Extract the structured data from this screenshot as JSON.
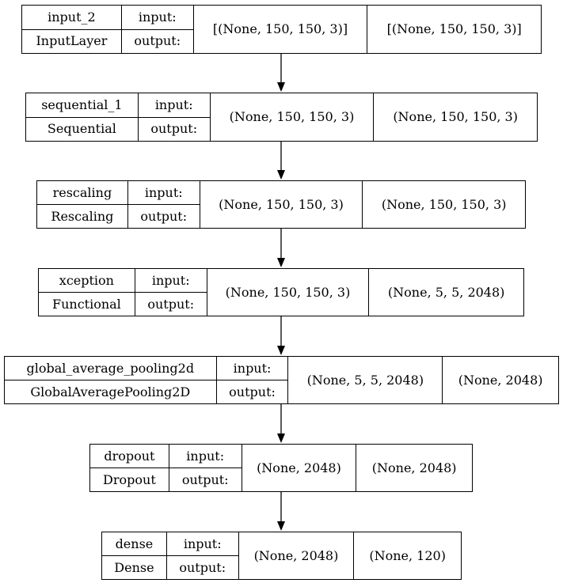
{
  "diagram": {
    "io_labels": {
      "input": "input:",
      "output": "output:"
    },
    "layers": [
      {
        "id": "input_2",
        "name": "input_2",
        "class_name": "InputLayer",
        "input_shape": "[(None, 150, 150, 3)]",
        "output_shape": "[(None, 150, 150, 3)]"
      },
      {
        "id": "sequential_1",
        "name": "sequential_1",
        "class_name": "Sequential",
        "input_shape": "(None, 150, 150, 3)",
        "output_shape": "(None, 150, 150, 3)"
      },
      {
        "id": "rescaling",
        "name": "rescaling",
        "class_name": "Rescaling",
        "input_shape": "(None, 150, 150, 3)",
        "output_shape": "(None, 150, 150, 3)"
      },
      {
        "id": "xception",
        "name": "xception",
        "class_name": "Functional",
        "input_shape": "(None, 150, 150, 3)",
        "output_shape": "(None, 5, 5, 2048)"
      },
      {
        "id": "global_average_pooling2d",
        "name": "global_average_pooling2d",
        "class_name": "GlobalAveragePooling2D",
        "input_shape": "(None, 5, 5, 2048)",
        "output_shape": "(None, 2048)"
      },
      {
        "id": "dropout",
        "name": "dropout",
        "class_name": "Dropout",
        "input_shape": "(None, 2048)",
        "output_shape": "(None, 2048)"
      },
      {
        "id": "dense",
        "name": "dense",
        "class_name": "Dense",
        "input_shape": "(None, 2048)",
        "output_shape": "(None, 120)"
      }
    ],
    "edges": [
      {
        "from": "input_2",
        "to": "sequential_1"
      },
      {
        "from": "sequential_1",
        "to": "rescaling"
      },
      {
        "from": "rescaling",
        "to": "xception"
      },
      {
        "from": "xception",
        "to": "global_average_pooling2d"
      },
      {
        "from": "global_average_pooling2d",
        "to": "dropout"
      },
      {
        "from": "dropout",
        "to": "dense"
      }
    ]
  }
}
